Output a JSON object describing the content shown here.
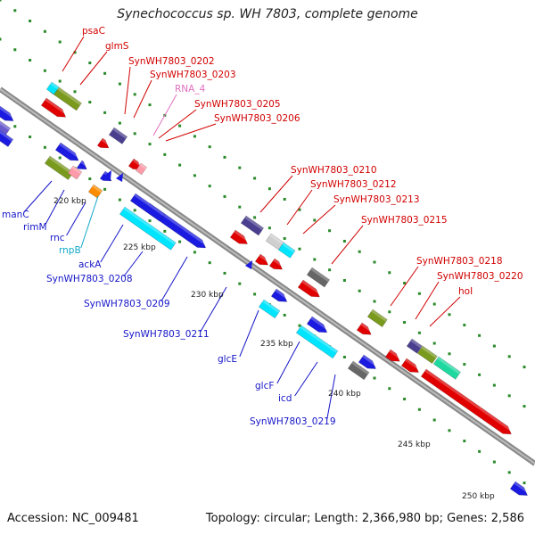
{
  "header": {
    "title": "Synechococcus sp. WH 7803, complete genome"
  },
  "footer": {
    "accession": "Accession: NC_009481",
    "topology": "Topology: circular; Length: 2,366,980 bp; Genes: 2,586"
  },
  "colors": {
    "forward_label": "#d10000",
    "reverse_label": "#1515c8",
    "rna_label": "#e070c0",
    "cyan_label": "#12a8c8",
    "backbone": "#888888",
    "tick": "#2a8a2a"
  },
  "ticks": [
    "220 kbp",
    "225 kbp",
    "230 kbp",
    "235 kbp",
    "240 kbp",
    "245 kbp",
    "250 kbp"
  ],
  "labels_top": [
    "psaC",
    "glmS",
    "SynWH7803_0202",
    "SynWH7803_0203",
    "RNA_4",
    "SynWH7803_0205",
    "SynWH7803_0206",
    "SynWH7803_0210",
    "SynWH7803_0212",
    "SynWH7803_0213",
    "SynWH7803_0215",
    "SynWH7803_0218",
    "SynWH7803_0220",
    "hoI"
  ],
  "labels_bottom": [
    "manC",
    "rimM",
    "rnc",
    "rnpB",
    "ackA",
    "SynWH7803_0208",
    "SynWH7803_0209",
    "SynWH7803_0211",
    "glcE",
    "glcF",
    "icd",
    "SynWH7803_0219"
  ]
}
